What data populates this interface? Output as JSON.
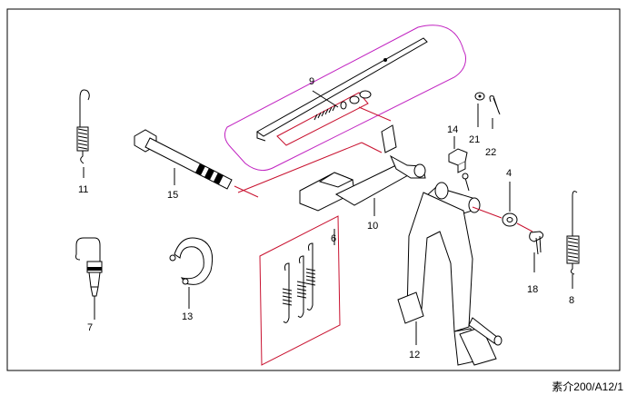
{
  "callouts": {
    "c1": "9",
    "c2": "11",
    "c3": "15",
    "c4": "14",
    "c5": "21",
    "c6": "22",
    "c7": "4",
    "c8": "10",
    "c9": "6",
    "c10": "7",
    "c11": "13",
    "c12": "18",
    "c13": "8",
    "c14": "12"
  },
  "footer": {
    "code": "素介200/A12/1"
  },
  "colors": {
    "group_outline": "#c8102e",
    "cable_group": "#c020c0",
    "ink": "#000000"
  }
}
